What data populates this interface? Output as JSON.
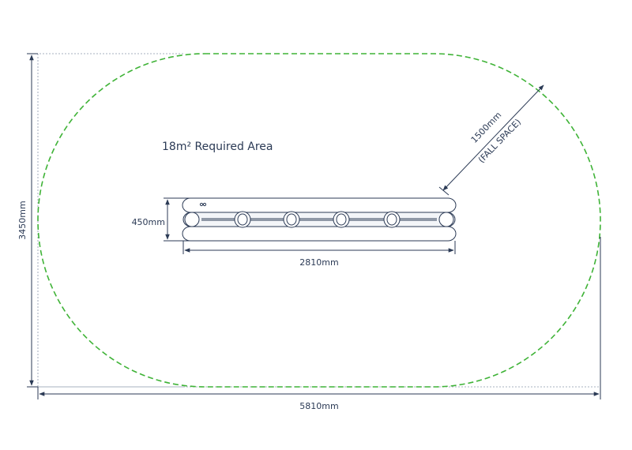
{
  "area_label": "18m² Required Area",
  "dimensions": {
    "overall_width": "5810mm",
    "overall_height": "3450mm",
    "equipment_width": "2810mm",
    "equipment_depth": "450mm",
    "fall_space_value": "1500mm",
    "fall_space_note": "(FALL SPACE)"
  },
  "colors": {
    "fall_zone": "#3fb337",
    "lines": "#2b3a55",
    "helper_lines": "#8a96ab"
  }
}
